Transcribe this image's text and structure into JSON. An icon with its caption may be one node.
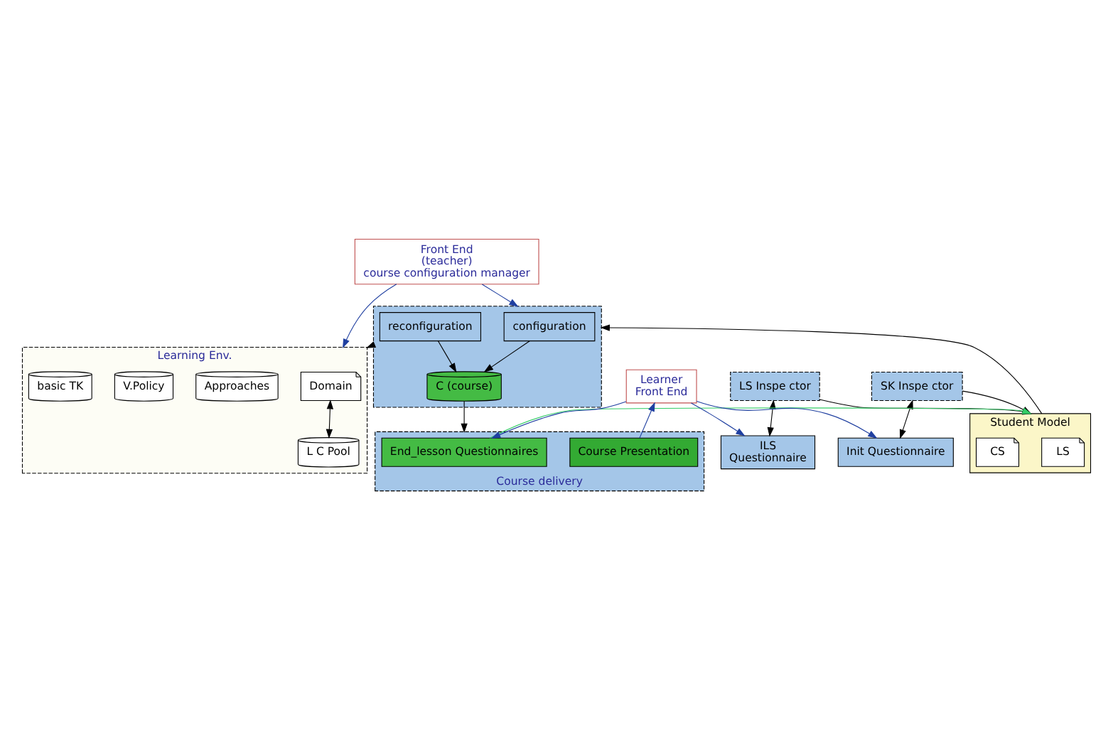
{
  "diagram": {
    "nodes": [
      {
        "text": [
          "Learning Env."
        ]
      },
      {
        "text": [
          "Domain"
        ],
        "in": 0
      },
      {
        "text": [
          "L C Pool"
        ],
        "in": 0
      },
      {
        "text": [
          "Approaches"
        ],
        "in": 0
      },
      {
        "text": [
          "V.Policy"
        ],
        "in": 0
      },
      {
        "text": [
          "basic TK"
        ],
        "in": 0
      },
      {
        "text": [
          "Front End",
          "(teacher)",
          "course configuration manager"
        ]
      },
      {
        "text": [],
        "shape": "box"
      },
      {
        "text": [
          "configuration"
        ],
        "in": 7
      },
      {
        "text": [
          "reconfiguration"
        ],
        "in": 7
      },
      {
        "text": [
          "C (course)"
        ],
        "in": 7
      },
      {
        "text": [
          "Student Model"
        ]
      },
      {
        "text": [
          "LS"
        ],
        "in": 11
      },
      {
        "text": [
          "CS"
        ],
        "in": 11
      },
      {
        "text": [
          "LS Inspe ctor"
        ]
      },
      {
        "text": [
          "SK Inspe ctor"
        ]
      },
      {
        "text": [
          "ILS",
          "Questionnaire"
        ]
      },
      {
        "text": [
          "Init Questionnaire"
        ]
      },
      {
        "text": [
          "Course delivery"
        ]
      },
      {
        "text": [
          "End_lesson Questionnaires"
        ],
        "in": 18
      },
      {
        "text": [
          "Course Presentation"
        ],
        "in": 18
      },
      {
        "text": [
          "Learner",
          "Front End"
        ]
      }
    ],
    "edges": [
      {
        "from": 1,
        "to": 2,
        "arrow": "both"
      },
      {
        "from": 6,
        "to": 0,
        "arrow": "to",
        "color": "#1f3fa0"
      },
      {
        "from": 6,
        "to": 7,
        "arrow": "to",
        "color": "#1f3fa0"
      },
      {
        "from": 7,
        "to": 0,
        "arrow": "to"
      },
      {
        "from": 11,
        "to": 7,
        "arrow": "to"
      },
      {
        "from": 8,
        "to": 10,
        "arrow": "to"
      },
      {
        "from": 9,
        "to": 10,
        "arrow": "to"
      },
      {
        "from": 10,
        "to": 18,
        "arrow": "to"
      },
      {
        "from": 14,
        "to": 11,
        "arrow": "to"
      },
      {
        "from": 15,
        "to": 11,
        "arrow": "to"
      },
      {
        "from": 19,
        "to": 11,
        "arrow": "to",
        "color": "#33cc66"
      },
      {
        "from": 14,
        "to": 16,
        "arrow": "both"
      },
      {
        "from": 15,
        "to": 17,
        "arrow": "both"
      },
      {
        "from": 21,
        "to": 16,
        "arrow": "to",
        "color": "#1f3fa0"
      },
      {
        "from": 21,
        "to": 17,
        "arrow": "to",
        "color": "#1f3fa0"
      },
      {
        "from": 21,
        "to": 19,
        "arrow": "to",
        "color": "#1f3fa0"
      },
      {
        "from": 20,
        "to": 21,
        "arrow": "to",
        "color": "#1f3fa0"
      }
    ]
  }
}
